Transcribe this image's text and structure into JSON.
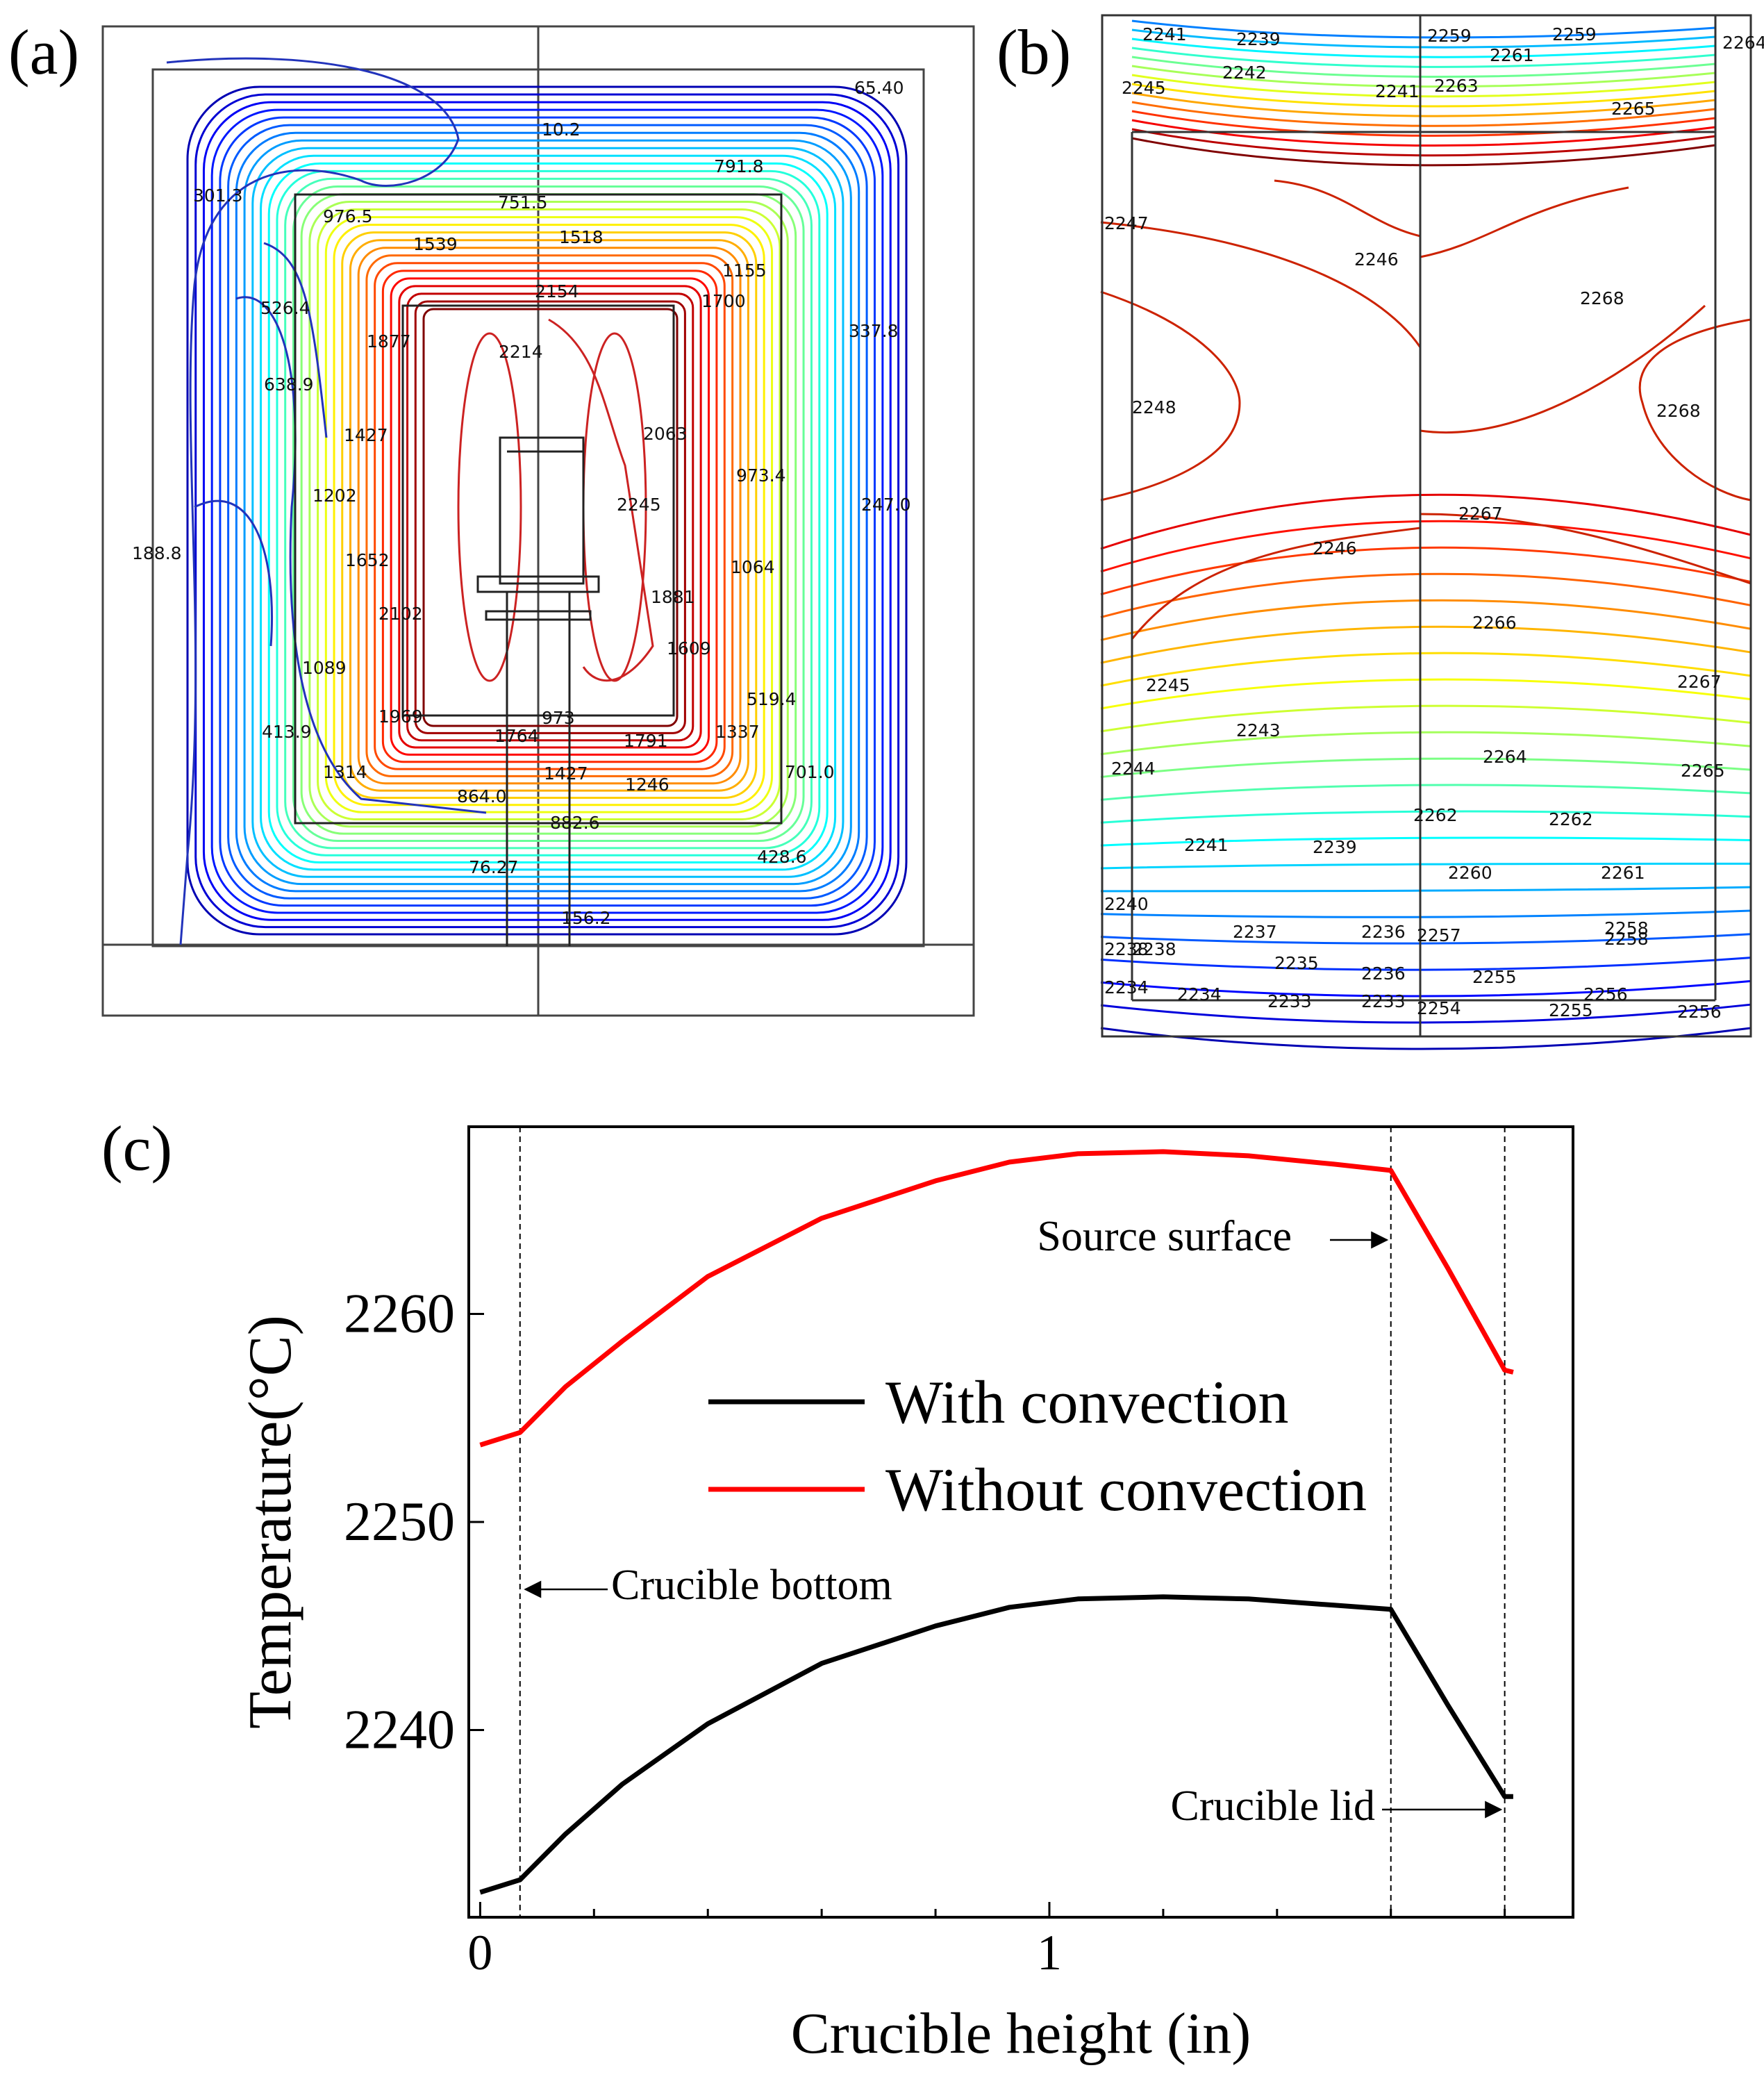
{
  "panels": {
    "a": {
      "label": "(a)",
      "contour_labels": [
        "301.3",
        "10.2",
        "65.40",
        "791.8",
        "976.5",
        "751.5",
        "1539",
        "1518",
        "1155",
        "2154",
        "1700",
        "526.4",
        "1877",
        "2214",
        "337.8",
        "638.9",
        "1427",
        "2063",
        "973.4",
        "1202",
        "2245",
        "247.0",
        "188.8",
        "1652",
        "1064",
        "1881",
        "2102",
        "1609",
        "1089",
        "519.4",
        "1969",
        "973",
        "1764",
        "1791",
        "1337",
        "413.9",
        "1314",
        "1427",
        "1246",
        "701.0",
        "864.0",
        "882.6",
        "76.27",
        "428.6",
        "156.2"
      ]
    },
    "b": {
      "label": "(b)",
      "contour_labels": [
        "2241",
        "2239",
        "2259",
        "2259",
        "2261",
        "2264",
        "2242",
        "2245",
        "2241",
        "2263",
        "2265",
        "2247",
        "2246",
        "2268",
        "2248",
        "2268",
        "2267",
        "2246",
        "2266",
        "2245",
        "2267",
        "2243",
        "2244",
        "2264",
        "2265",
        "2262",
        "2262",
        "2241",
        "2239",
        "2260",
        "2261",
        "2240",
        "2237",
        "2236",
        "2257",
        "2258",
        "2258",
        "2238",
        "2238",
        "2235",
        "2236",
        "2234",
        "2255",
        "2256",
        "2234",
        "2233",
        "2233",
        "2254",
        "2255",
        "2256"
      ]
    }
  },
  "chart_data": {
    "panel_label": "(c)",
    "type": "line",
    "xlabel": "Crucible height (in)",
    "ylabel": "Temperature(°C)",
    "xlim": [
      -0.02,
      1.92
    ],
    "ylim": [
      2231,
      2269
    ],
    "x_ticks": [
      {
        "value": 0,
        "label": "0"
      },
      {
        "value": 1,
        "label": "1"
      }
    ],
    "x_minor_ticks": [
      0.2,
      0.4,
      0.6,
      0.8,
      1.2,
      1.4,
      1.6,
      1.8
    ],
    "y_ticks": [
      {
        "value": 2240,
        "label": "2240"
      },
      {
        "value": 2250,
        "label": "2250"
      },
      {
        "value": 2260,
        "label": "2260"
      }
    ],
    "series": [
      {
        "name": "With convection",
        "color": "#000000",
        "points": [
          [
            0.0,
            2232.2
          ],
          [
            0.07,
            2232.8
          ],
          [
            0.15,
            2235.0
          ],
          [
            0.25,
            2237.4
          ],
          [
            0.4,
            2240.3
          ],
          [
            0.6,
            2243.2
          ],
          [
            0.8,
            2245.0
          ],
          [
            0.93,
            2245.9
          ],
          [
            1.05,
            2246.3
          ],
          [
            1.2,
            2246.4
          ],
          [
            1.35,
            2246.3
          ],
          [
            1.5,
            2246.0
          ],
          [
            1.6,
            2245.8
          ],
          [
            1.7,
            2241.2
          ],
          [
            1.8,
            2236.8
          ],
          [
            1.815,
            2236.8
          ]
        ]
      },
      {
        "name": "Without convection",
        "color": "#ff0000",
        "points": [
          [
            0.0,
            2253.7
          ],
          [
            0.07,
            2254.3
          ],
          [
            0.15,
            2256.5
          ],
          [
            0.25,
            2258.7
          ],
          [
            0.4,
            2261.8
          ],
          [
            0.6,
            2264.6
          ],
          [
            0.8,
            2266.4
          ],
          [
            0.93,
            2267.3
          ],
          [
            1.05,
            2267.7
          ],
          [
            1.2,
            2267.8
          ],
          [
            1.35,
            2267.6
          ],
          [
            1.5,
            2267.2
          ],
          [
            1.6,
            2266.9
          ],
          [
            1.7,
            2262.2
          ],
          [
            1.8,
            2257.3
          ],
          [
            1.815,
            2257.2
          ]
        ]
      }
    ],
    "reference_lines": [
      {
        "x": 0.07,
        "label": "Crucible bottom"
      },
      {
        "x": 1.6,
        "label": "Source surface"
      },
      {
        "x": 1.8,
        "label": "Crucible lid"
      }
    ],
    "legend": {
      "position": "center-right"
    },
    "grid": false
  }
}
